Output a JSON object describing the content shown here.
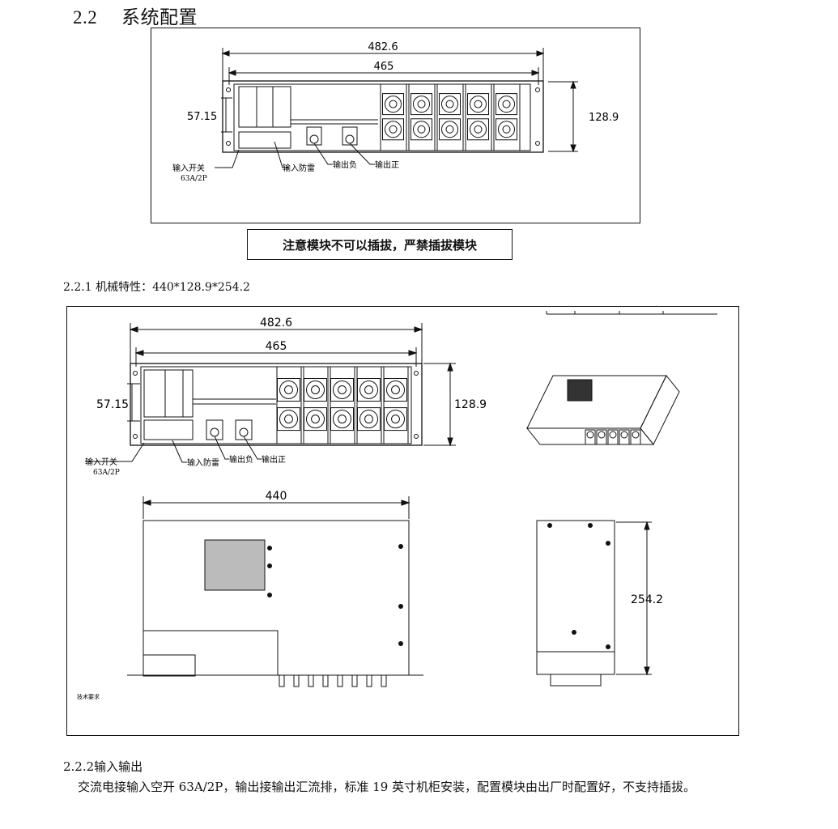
{
  "section": {
    "number": "2.2",
    "title": "系统配置"
  },
  "front_view": {
    "width_outer": "482.6",
    "width_inner": "465",
    "height": "128.9",
    "left_height": "57.15",
    "label_input_switch": "输入开关",
    "label_input_switch_spec": "63A/2P",
    "label_surge": "输入防雷",
    "label_output_neg": "输出负",
    "label_output_pos": "输出正"
  },
  "notice": "注意模块不可以插拔，严禁插拔模块",
  "subsection1": {
    "number": "2.2.1",
    "title": "机械特性：440*128.9*254.2"
  },
  "views": {
    "top_width": "440",
    "side_depth": "254.2",
    "tech_note": "技术要求"
  },
  "subsection2": {
    "number": "2.2.2",
    "title": "输入输出"
  },
  "description": "交流电接输入空开 63A/2P，输出接输出汇流排，标准 19 英寸机柜安装，配置模块由出厂时配置好，不支持插拔。"
}
